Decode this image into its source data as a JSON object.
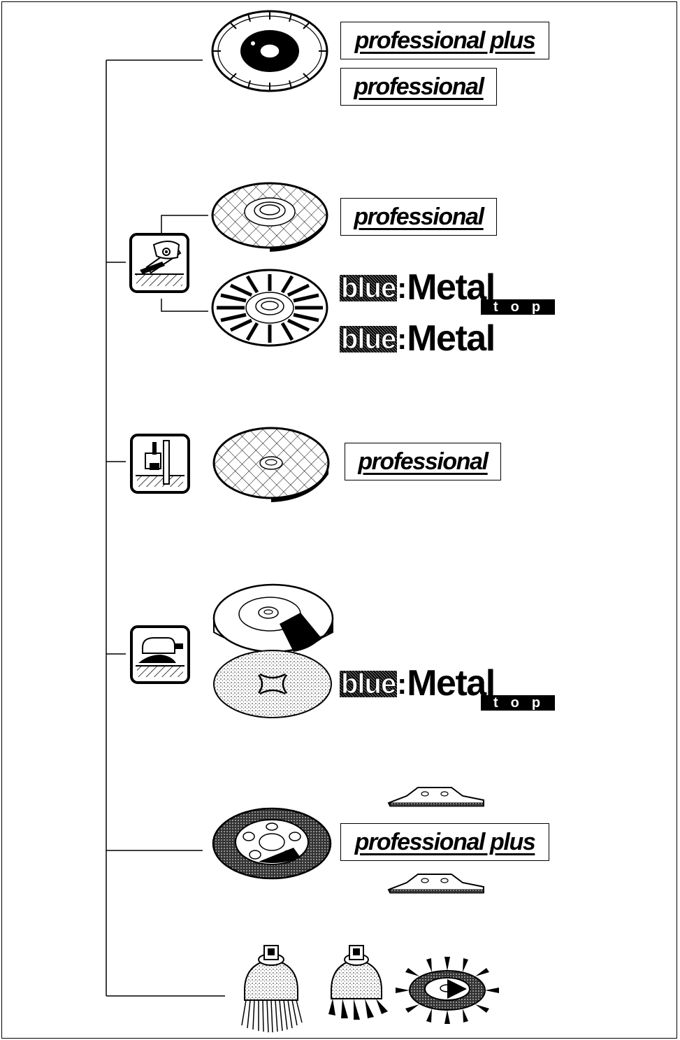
{
  "groups": [
    {
      "labels": [
        "professional plus",
        "professional"
      ]
    },
    {
      "labels": [
        "professional"
      ],
      "brands": [
        {
          "name": "blue",
          "sep": ":",
          "product": "Metal",
          "tier": "top"
        },
        {
          "name": "blue",
          "sep": ":",
          "product": "Metal"
        }
      ]
    },
    {
      "labels": [
        "professional"
      ]
    },
    {
      "brands": [
        {
          "name": "blue",
          "sep": ":",
          "product": "Metal",
          "tier": "top"
        }
      ]
    },
    {
      "labels": [
        "professional plus"
      ]
    }
  ],
  "icons": [
    "angle-grinder-icon",
    "cut-off-saw-icon",
    "sander-icon"
  ],
  "colors": {
    "ink": "#000000",
    "paper": "#ffffff"
  }
}
